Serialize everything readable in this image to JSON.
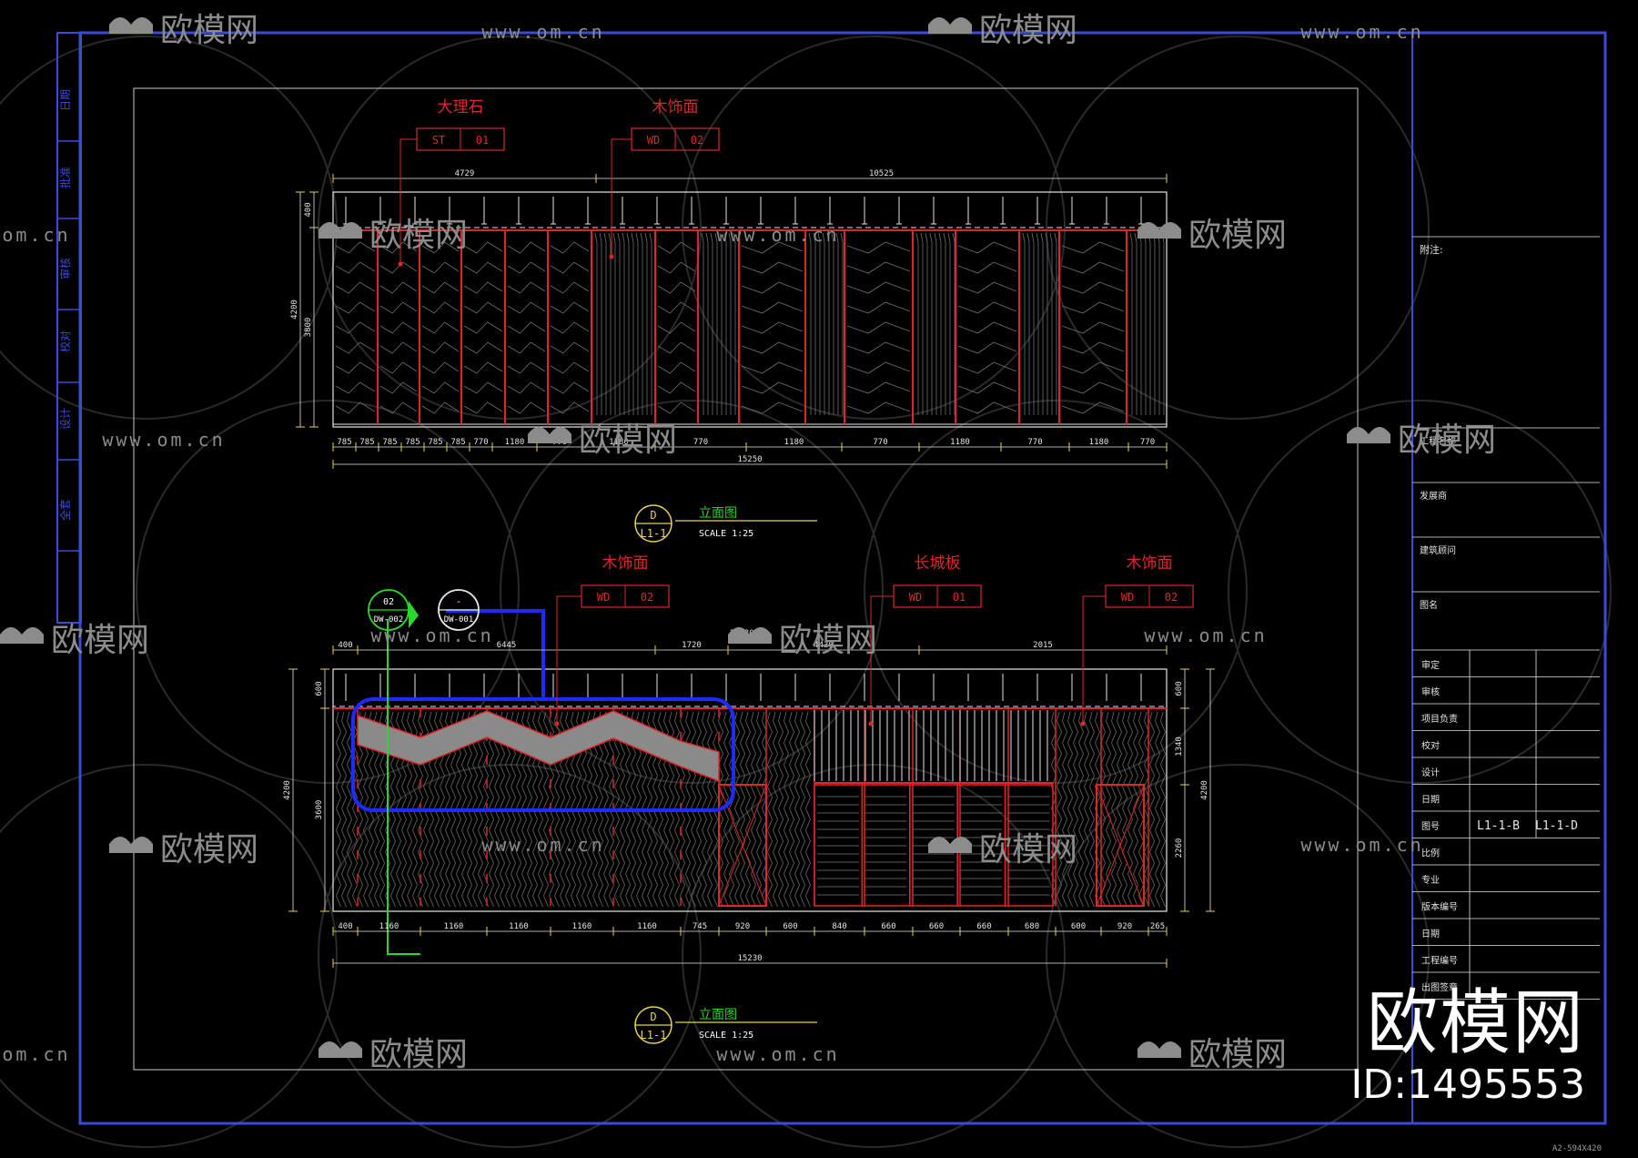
{
  "watermark": {
    "brand": "欧模网",
    "url": "www.om.cn",
    "url_short": "om.cn",
    "id_text": "ID:1495553"
  },
  "side_strip": [
    "日期",
    "批准",
    "审核",
    "校对",
    "设计",
    "全套"
  ],
  "upper_elevation": {
    "callouts": [
      {
        "title": "大理石",
        "code": "ST",
        "num": "01"
      },
      {
        "title": "木饰面",
        "code": "WD",
        "num": "02"
      }
    ],
    "top_dims": [
      "4729",
      "10525"
    ],
    "left_dims": [
      "400",
      "4200",
      "3800"
    ],
    "bottom_dims": [
      "785",
      "785",
      "785",
      "785",
      "785",
      "785",
      "770",
      "1180",
      "770",
      "1180",
      "770",
      "1180",
      "770",
      "1180",
      "770",
      "1180",
      "770"
    ],
    "total": "15250",
    "tag": {
      "letter": "D",
      "ref": "L1-1",
      "label": "立面图",
      "scale": "SCALE 1:25"
    }
  },
  "lower_elevation": {
    "callouts": [
      {
        "title": "木饰面",
        "code": "WD",
        "num": "02"
      },
      {
        "title": "长城板",
        "code": "WD",
        "num": "01"
      },
      {
        "title": "木饰面",
        "code": "WD",
        "num": "02"
      }
    ],
    "markers": [
      {
        "top": "02",
        "bottom": "DW-002"
      },
      {
        "top": "-",
        "bottom": "DW-001"
      }
    ],
    "top_dims": [
      "400",
      "6445",
      "1720",
      "15230",
      "4430",
      "2015"
    ],
    "left_dims": [
      "600",
      "4200",
      "3600"
    ],
    "right_dims": [
      "600",
      "1340",
      "4200",
      "2260"
    ],
    "bottom_dims": [
      "400",
      "1160",
      "1160",
      "1160",
      "1160",
      "1160",
      "745",
      "920",
      "600",
      "840",
      "660",
      "660",
      "660",
      "680",
      "600",
      "920",
      "265"
    ],
    "total": "15230",
    "tag": {
      "letter": "D",
      "ref": "L1-1",
      "label": "立面图",
      "scale": "SCALE 1:25"
    }
  },
  "title_block": {
    "notes_label": "附注:",
    "rows_top": [
      "工程名称",
      "发展商",
      "建筑顾问",
      "图名"
    ],
    "rows": [
      "审定",
      "审核",
      "项目负责",
      "校对",
      "设计",
      "日期",
      "图号",
      "比例",
      "专业",
      "版本编号",
      "日期",
      "工程编号",
      "出图签章"
    ],
    "drawing_no": [
      "L1-1-B",
      "L1-1-D"
    ]
  },
  "sheet_size": "A2-594X420",
  "colors": {
    "background": "#000000",
    "frame": "#3a4bd8",
    "line": "#e5e5e5",
    "red": "#e0262a",
    "yellow": "#e8d44a",
    "green": "#28d82a",
    "blue": "#1c2bff",
    "grey_fill": "#8a8a8a"
  }
}
